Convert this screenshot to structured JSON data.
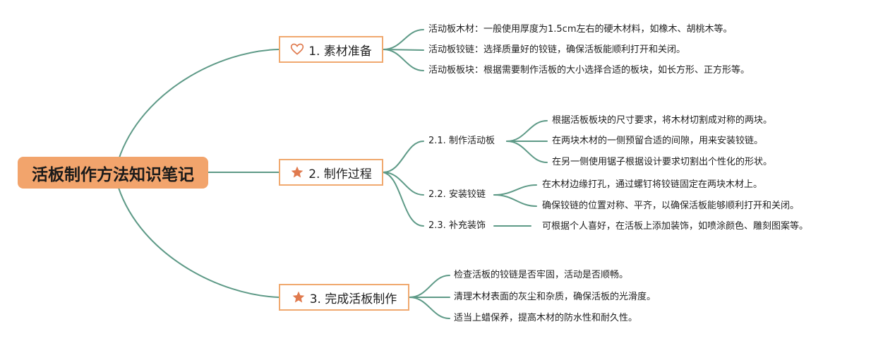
{
  "root": {
    "title": "活板制作方法知识笔记"
  },
  "branches": [
    {
      "label": "1. 素材准备",
      "icon": "heart-icon",
      "leaves": [
        "活动板木材：一般使用厚度为1.5cm左右的硬木材料，如橡木、胡桃木等。",
        "活动板铰链：选择质量好的铰链，确保活板能顺利打开和关闭。",
        "活动板板块：根据需要制作活板的大小选择合适的板块，如长方形、正方形等。"
      ]
    },
    {
      "label": "2. 制作过程",
      "icon": "star-icon",
      "subs": [
        {
          "label": "2.1. 制作活动板",
          "leaves": [
            "根据活板板块的尺寸要求，将木材切割成对称的两块。",
            "在两块木材的一侧预留合适的间隙，用来安装铰链。",
            "在另一侧使用锯子根据设计要求切割出个性化的形状。"
          ]
        },
        {
          "label": "2.2. 安装铰链",
          "leaves": [
            "在木材边缘打孔，通过螺钉将铰链固定在两块木材上。",
            "确保铰链的位置对称、平齐，以确保活板能够顺利打开和关闭。"
          ]
        },
        {
          "label": "2.3. 补充装饰",
          "leaves": [
            "可根据个人喜好，在活板上添加装饰，如喷涂颜色、雕刻图案等。"
          ]
        }
      ]
    },
    {
      "label": "3. 完成活板制作",
      "icon": "star-icon",
      "leaves": [
        "检查活板的铰链是否牢固，活动是否顺畅。",
        "清理木材表面的灰尘和杂质，确保活板的光滑度。",
        "适当上蜡保养，提高木材的防水性和耐久性。"
      ]
    }
  ],
  "colors": {
    "root_fill": "#f2a46c",
    "branch_border": "#f0a96f",
    "link": "#5e9a87",
    "icon": "#e07a4e"
  }
}
